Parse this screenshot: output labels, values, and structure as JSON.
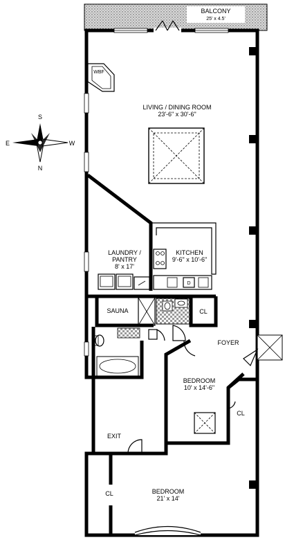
{
  "compass": {
    "north": "N",
    "south": "S",
    "east": "E",
    "west": "W"
  },
  "rooms": {
    "balcony": {
      "name": "BALCONY",
      "dims": "25' x 4.5'"
    },
    "wbf": {
      "name": "WBF"
    },
    "living": {
      "name": "LIVING / DINING ROOM",
      "dims": "23'-6\" x 30'-6\""
    },
    "laundry": {
      "name_line1": "LAUNDRY /",
      "name_line2": "PANTRY",
      "dims": "8' x 17'"
    },
    "kitchen": {
      "name": "KITCHEN",
      "dims": "9'-6\" x 10'-6\""
    },
    "dryer": {
      "name": "D"
    },
    "sauna": {
      "name": "SAUNA"
    },
    "closet1": {
      "name": "CL"
    },
    "foyer": {
      "name": "FOYER"
    },
    "bedroom1": {
      "name": "BEDROOM",
      "dims": "10' x 14'-6\""
    },
    "closet2": {
      "name": "CL"
    },
    "exit": {
      "name": "EXIT"
    },
    "closet3": {
      "name": "CL"
    },
    "bedroom2": {
      "name": "BEDROOM",
      "dims": "21' x 14'"
    }
  },
  "colors": {
    "wall": "#000000",
    "balcony_fill": "#b0b0b0",
    "tile_fill": "#cfcfcf"
  }
}
